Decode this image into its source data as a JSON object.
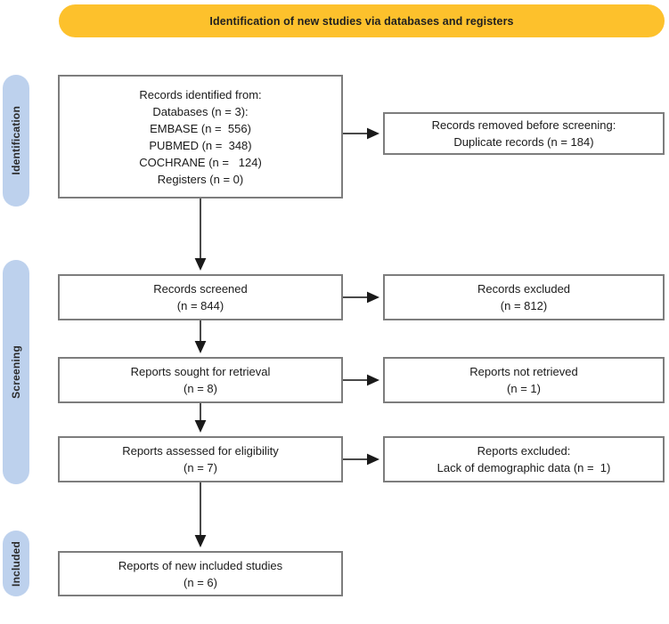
{
  "header": {
    "title": "Identification of new studies via databases and registers",
    "color": "#fdc12c"
  },
  "stages": {
    "identification": "Identification",
    "screening": "Screening",
    "included": "Included",
    "color": "#bdd1ed"
  },
  "boxes": {
    "identified": {
      "lines": [
        "Records identified from:",
        "Databases (n = 3):",
        "EMBASE (n =  556)",
        "PUBMED (n =  348)",
        "COCHRANE (n =   124)",
        "Registers (n = 0)"
      ]
    },
    "removed": {
      "lines": [
        "Records removed before screening:",
        "Duplicate records (n = 184)"
      ]
    },
    "screened": {
      "lines": [
        "Records screened",
        "(n = 844)"
      ]
    },
    "excluded": {
      "lines": [
        "Records excluded",
        "(n = 812)"
      ]
    },
    "sought": {
      "lines": [
        "Reports sought for retrieval",
        "(n = 8)"
      ]
    },
    "not_retrieved": {
      "lines": [
        "Reports not retrieved",
        "(n = 1)"
      ]
    },
    "assessed": {
      "lines": [
        "Reports assessed for eligibility",
        "(n = 7)"
      ]
    },
    "excluded_lack": {
      "lines": [
        "Reports excluded:",
        "Lack of demographic data (n =  1)"
      ]
    },
    "included_final": {
      "lines": [
        "Reports of new included studies",
        "(n = 6)"
      ]
    }
  },
  "chart_data": {
    "type": "diagram",
    "title": "PRISMA 2020 flow diagram for new systematic reviews",
    "subtitle": "Identification of new studies via databases and registers",
    "stages": [
      "Identification",
      "Screening",
      "Included"
    ],
    "nodes": [
      {
        "id": "identified",
        "stage": "Identification",
        "column": "left",
        "label": "Records identified from:",
        "counts": [
          {
            "source": "Databases",
            "n": 3
          },
          {
            "source": "EMBASE",
            "n": 556
          },
          {
            "source": "PUBMED",
            "n": 348
          },
          {
            "source": "COCHRANE",
            "n": 124
          },
          {
            "source": "Registers",
            "n": 0
          }
        ]
      },
      {
        "id": "removed",
        "stage": "Identification",
        "column": "right",
        "label": "Records removed before screening: Duplicate records",
        "n": 184
      },
      {
        "id": "screened",
        "stage": "Screening",
        "column": "left",
        "label": "Records screened",
        "n": 844
      },
      {
        "id": "excluded",
        "stage": "Screening",
        "column": "right",
        "label": "Records excluded",
        "n": 812
      },
      {
        "id": "sought",
        "stage": "Screening",
        "column": "left",
        "label": "Reports sought for retrieval",
        "n": 8
      },
      {
        "id": "not_retrieved",
        "stage": "Screening",
        "column": "right",
        "label": "Reports not retrieved",
        "n": 1
      },
      {
        "id": "assessed",
        "stage": "Screening",
        "column": "left",
        "label": "Reports assessed for eligibility",
        "n": 7
      },
      {
        "id": "excluded_lack",
        "stage": "Screening",
        "column": "right",
        "label": "Reports excluded: Lack of demographic data",
        "n": 1
      },
      {
        "id": "included_final",
        "stage": "Included",
        "column": "left",
        "label": "Reports of new included studies",
        "n": 6
      }
    ],
    "edges": [
      {
        "from": "identified",
        "to": "removed",
        "direction": "right"
      },
      {
        "from": "identified",
        "to": "screened",
        "direction": "down"
      },
      {
        "from": "screened",
        "to": "excluded",
        "direction": "right"
      },
      {
        "from": "screened",
        "to": "sought",
        "direction": "down"
      },
      {
        "from": "sought",
        "to": "not_retrieved",
        "direction": "right"
      },
      {
        "from": "sought",
        "to": "assessed",
        "direction": "down"
      },
      {
        "from": "assessed",
        "to": "excluded_lack",
        "direction": "right"
      },
      {
        "from": "assessed",
        "to": "included_final",
        "direction": "down"
      }
    ]
  }
}
